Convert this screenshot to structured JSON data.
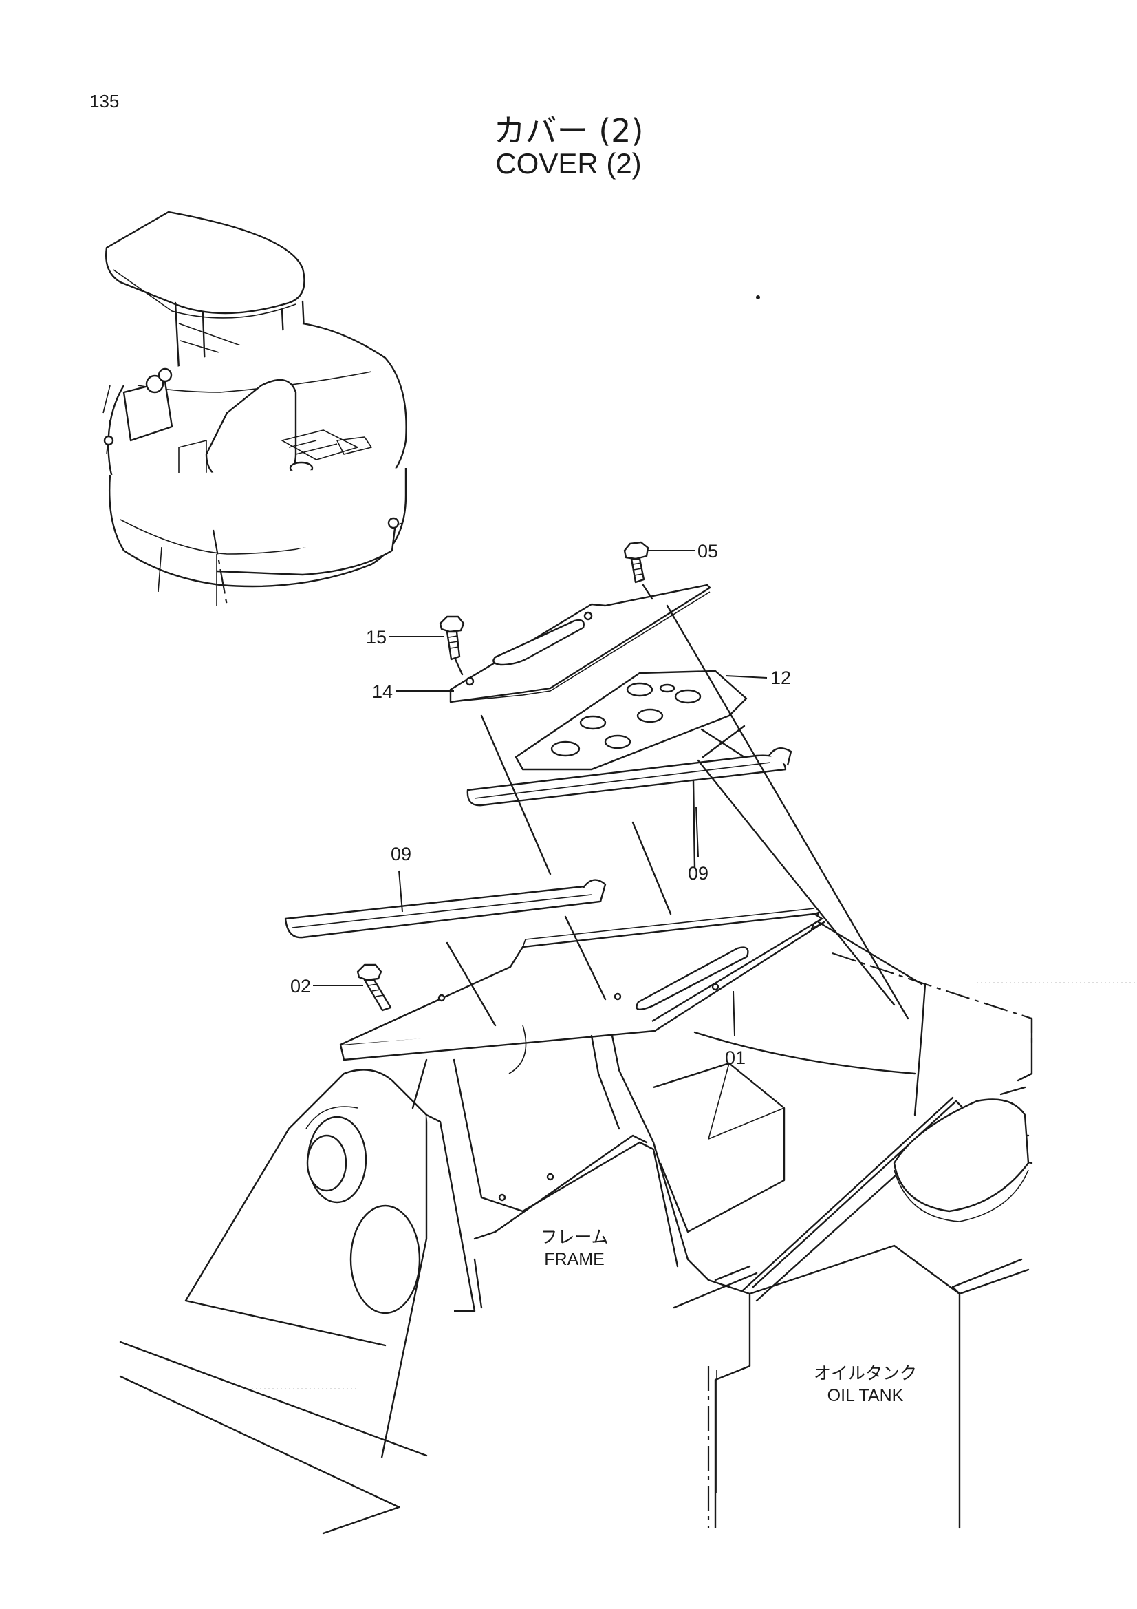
{
  "page": {
    "number": "135",
    "title_jp": "カバー (2)",
    "title_en": "COVER (2)"
  },
  "callouts": [
    {
      "id": "05",
      "label": "05"
    },
    {
      "id": "15",
      "label": "15"
    },
    {
      "id": "14",
      "label": "14"
    },
    {
      "id": "12",
      "label": "12"
    },
    {
      "id": "09a",
      "label": "09"
    },
    {
      "id": "09b",
      "label": "09"
    },
    {
      "id": "02",
      "label": "02"
    },
    {
      "id": "01",
      "label": "01"
    }
  ],
  "regions": {
    "frame_jp": "フレーム",
    "frame_en": "FRAME",
    "oil_tank_jp": "オイルタンク",
    "oil_tank_en": "OIL TANK"
  }
}
